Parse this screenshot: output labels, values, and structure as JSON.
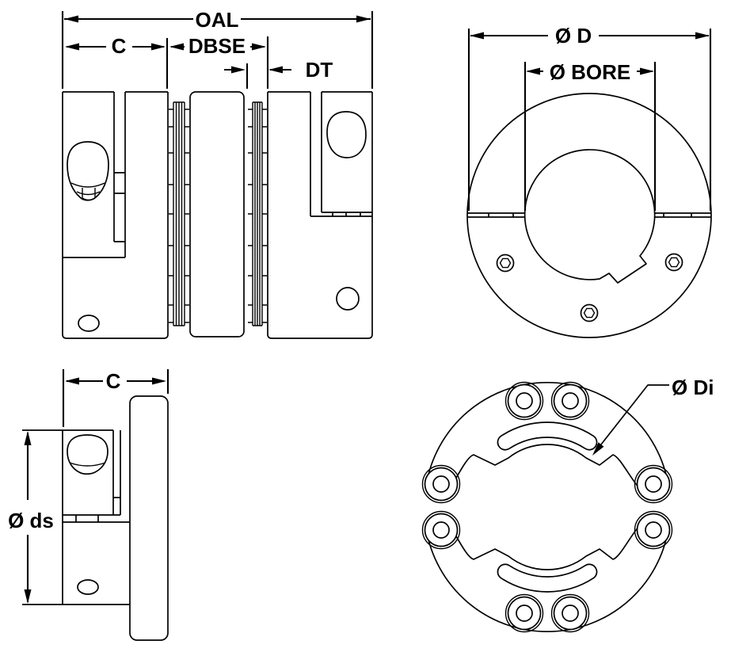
{
  "drawing": {
    "background_color": "#ffffff",
    "line_color": "#000000",
    "labels": {
      "oal": "OAL",
      "c_top": "C",
      "dbse": "DBSE",
      "dt": "DT",
      "dia_d": "Ø D",
      "dia_bore": "Ø BORE",
      "c_bottom": "C",
      "dia_ds": "Ø ds",
      "dia_di": "Ø Di"
    }
  }
}
